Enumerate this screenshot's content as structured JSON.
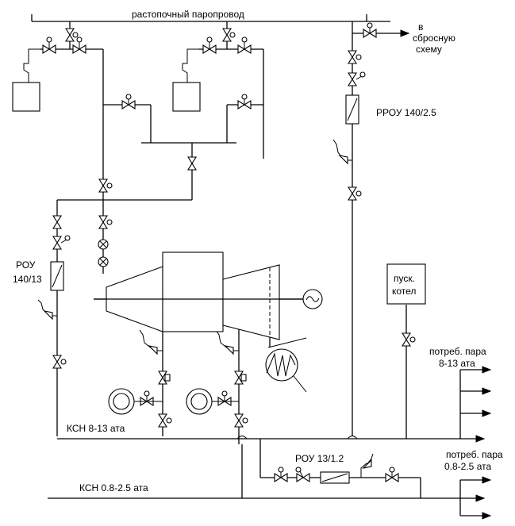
{
  "labels": {
    "header_main": "растопочный паропровод",
    "exhaust_l1": "в",
    "exhaust_l2": "сбросную",
    "exhaust_l3": "схему",
    "rrou": "РРОУ 140/2.5",
    "rou_l1": "РОУ",
    "rou_l2": "140/13",
    "boiler_l1": "пуск.",
    "boiler_l2": "котел",
    "cons1_l1": "потреб. пара",
    "cons1_l2": "8-13 ата",
    "ksn1": "КСН 8-13 ата",
    "rou2": "РОУ 13/1.2",
    "cons2_l1": "потреб. пара",
    "cons2_l2": "0.8-2.5 ата",
    "ksn2": "КСН 0.8-2.5 ата"
  }
}
